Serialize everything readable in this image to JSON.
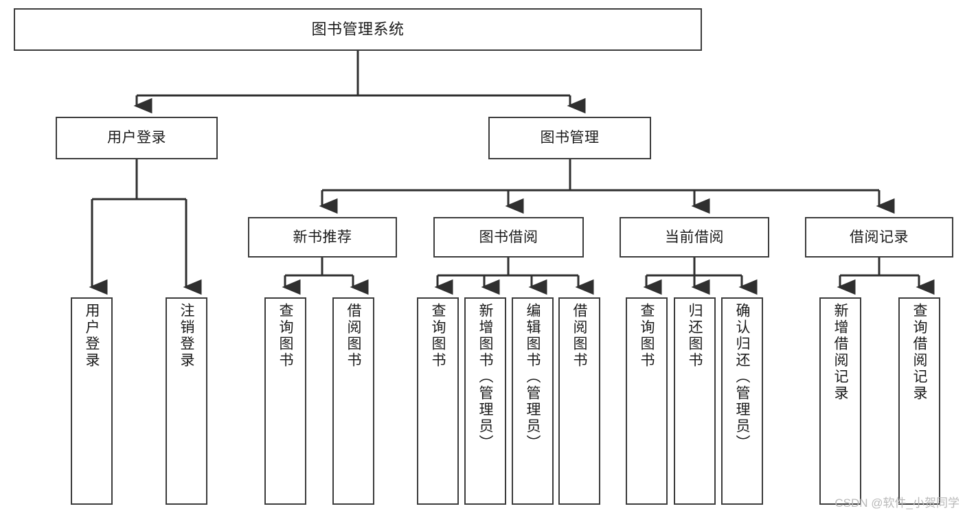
{
  "diagram": {
    "type": "tree",
    "title": "图书管理系统",
    "root": {
      "id": "root",
      "label": "图书管理系统"
    },
    "level2": [
      {
        "id": "user-login",
        "label": "用户登录"
      },
      {
        "id": "book-manage",
        "label": "图书管理"
      }
    ],
    "level3": [
      {
        "id": "new-book-rec",
        "label": "新书推荐"
      },
      {
        "id": "book-borrow",
        "label": "图书借阅"
      },
      {
        "id": "current-borrow",
        "label": "当前借阅"
      },
      {
        "id": "borrow-record",
        "label": "借阅记录"
      }
    ],
    "leaves": {
      "user_login": [
        {
          "id": "leaf-user-login",
          "label": "用户登录"
        },
        {
          "id": "leaf-user-logout",
          "label": "注销登录"
        }
      ],
      "new_book_rec": [
        {
          "id": "leaf-query-book-1",
          "label": "查询图书"
        },
        {
          "id": "leaf-borrow-book-1",
          "label": "借阅图书"
        }
      ],
      "book_borrow": [
        {
          "id": "leaf-query-book-2",
          "label": "查询图书"
        },
        {
          "id": "leaf-add-book",
          "label": "新增图书（管理员）"
        },
        {
          "id": "leaf-edit-book",
          "label": "编辑图书（管理员）"
        },
        {
          "id": "leaf-borrow-book-2",
          "label": "借阅图书"
        }
      ],
      "current_borrow": [
        {
          "id": "leaf-query-book-3",
          "label": "查询图书"
        },
        {
          "id": "leaf-return-book",
          "label": "归还图书"
        },
        {
          "id": "leaf-confirm-return",
          "label": "确认归还（管理员）"
        }
      ],
      "borrow_record": [
        {
          "id": "leaf-add-record",
          "label": "新增借阅记录"
        },
        {
          "id": "leaf-query-record",
          "label": "查询借阅记录"
        }
      ]
    },
    "colors": {
      "stroke": "#3b3b3b",
      "fill": "#ffffff",
      "text": "#1a1a1a",
      "watermark": "#b9b9b9"
    }
  },
  "watermark": {
    "text": "CSDN @软件_小贺同学"
  }
}
